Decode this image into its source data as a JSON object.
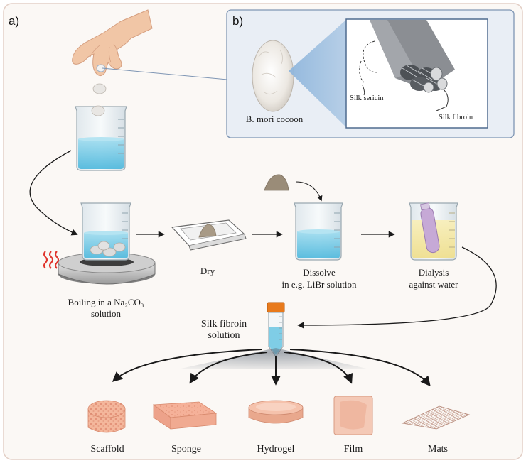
{
  "panels": {
    "a_label": "a)",
    "b_label": "b)"
  },
  "inset": {
    "cocoon_label": "B. mori cocoon",
    "sericin_label": "Silk sericin",
    "fibroin_label": "Silk fibroin"
  },
  "steps": {
    "boiling_line1": "Boiling in a Na₂CO₃",
    "boiling_line2": "solution",
    "dry": "Dry",
    "dissolve_line1": "Dissolve",
    "dissolve_line2": "in e.g. LiBr solution",
    "dialysis_line1": "Dialysis",
    "dialysis_line2": "against water"
  },
  "solution": {
    "line1": "Silk fibroin",
    "line2": "solution"
  },
  "products": [
    "Scaffold",
    "Sponge",
    "Hydrogel",
    "Film",
    "Mats"
  ],
  "colors": {
    "frame_bg": "#fbf8f5",
    "frame_border": "#e3cfc6",
    "inset_bg": "#e9eef5",
    "inset_border": "#7f96b4",
    "water": "#6fc7e3",
    "yellow_water": "#f3e7a4",
    "arrow": "#1a1a1a",
    "heat": "#e0332b",
    "tube_cap": "#e87a1c",
    "product": "#f2b49a"
  }
}
